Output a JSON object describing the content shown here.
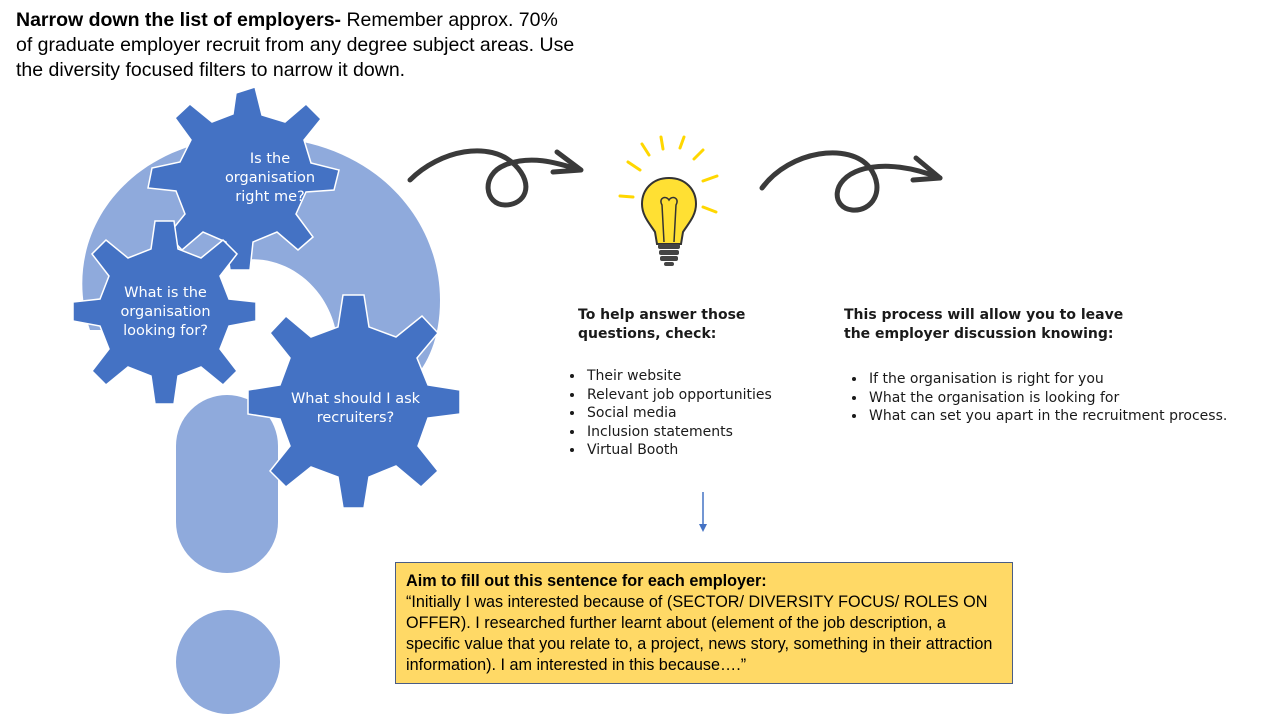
{
  "intro": {
    "bold": "Narrow down the list of employers-",
    "text": " Remember approx. 70% of graduate employer recruit from any degree subject areas. Use the diversity focused filters to narrow it down."
  },
  "gears": [
    {
      "label": "Is the organisation right me?"
    },
    {
      "label": "What is the organisation looking for?"
    },
    {
      "label": "What should I ask recruiters?"
    }
  ],
  "icons": {
    "question_mark": "question-mark-icon",
    "arrow_1": "loop-arrow-icon",
    "lightbulb": "lightbulb-icon",
    "arrow_2": "loop-arrow-icon",
    "down_arrow": "down-arrow-icon"
  },
  "colors": {
    "gear": "#4472c4",
    "question_mark": "#8faadc",
    "box_fill": "#ffd966",
    "box_border": "#4a5d85",
    "arrow": "#3a3a3a",
    "bulb": "#ffe033"
  },
  "check_column": {
    "heading": "To help answer those questions, check:",
    "items": [
      "Their website",
      "Relevant job opportunities",
      "Social media",
      "Inclusion statements",
      "Virtual Booth"
    ]
  },
  "outcome_column": {
    "heading": "This process will allow you to leave the employer discussion knowing:",
    "items": [
      "If the organisation is right for you",
      "What the organisation is looking for",
      "What can set you apart in the recruitment process."
    ]
  },
  "aim_box": {
    "title": "Aim to fill out this sentence for each employer:",
    "body": " “Initially I was interested because of (SECTOR/ DIVERSITY FOCUS/ ROLES ON OFFER). I researched further learnt about (element of the job description, a specific value that you relate to, a project, news story, something in their attraction information). I am interested in this because….”"
  }
}
